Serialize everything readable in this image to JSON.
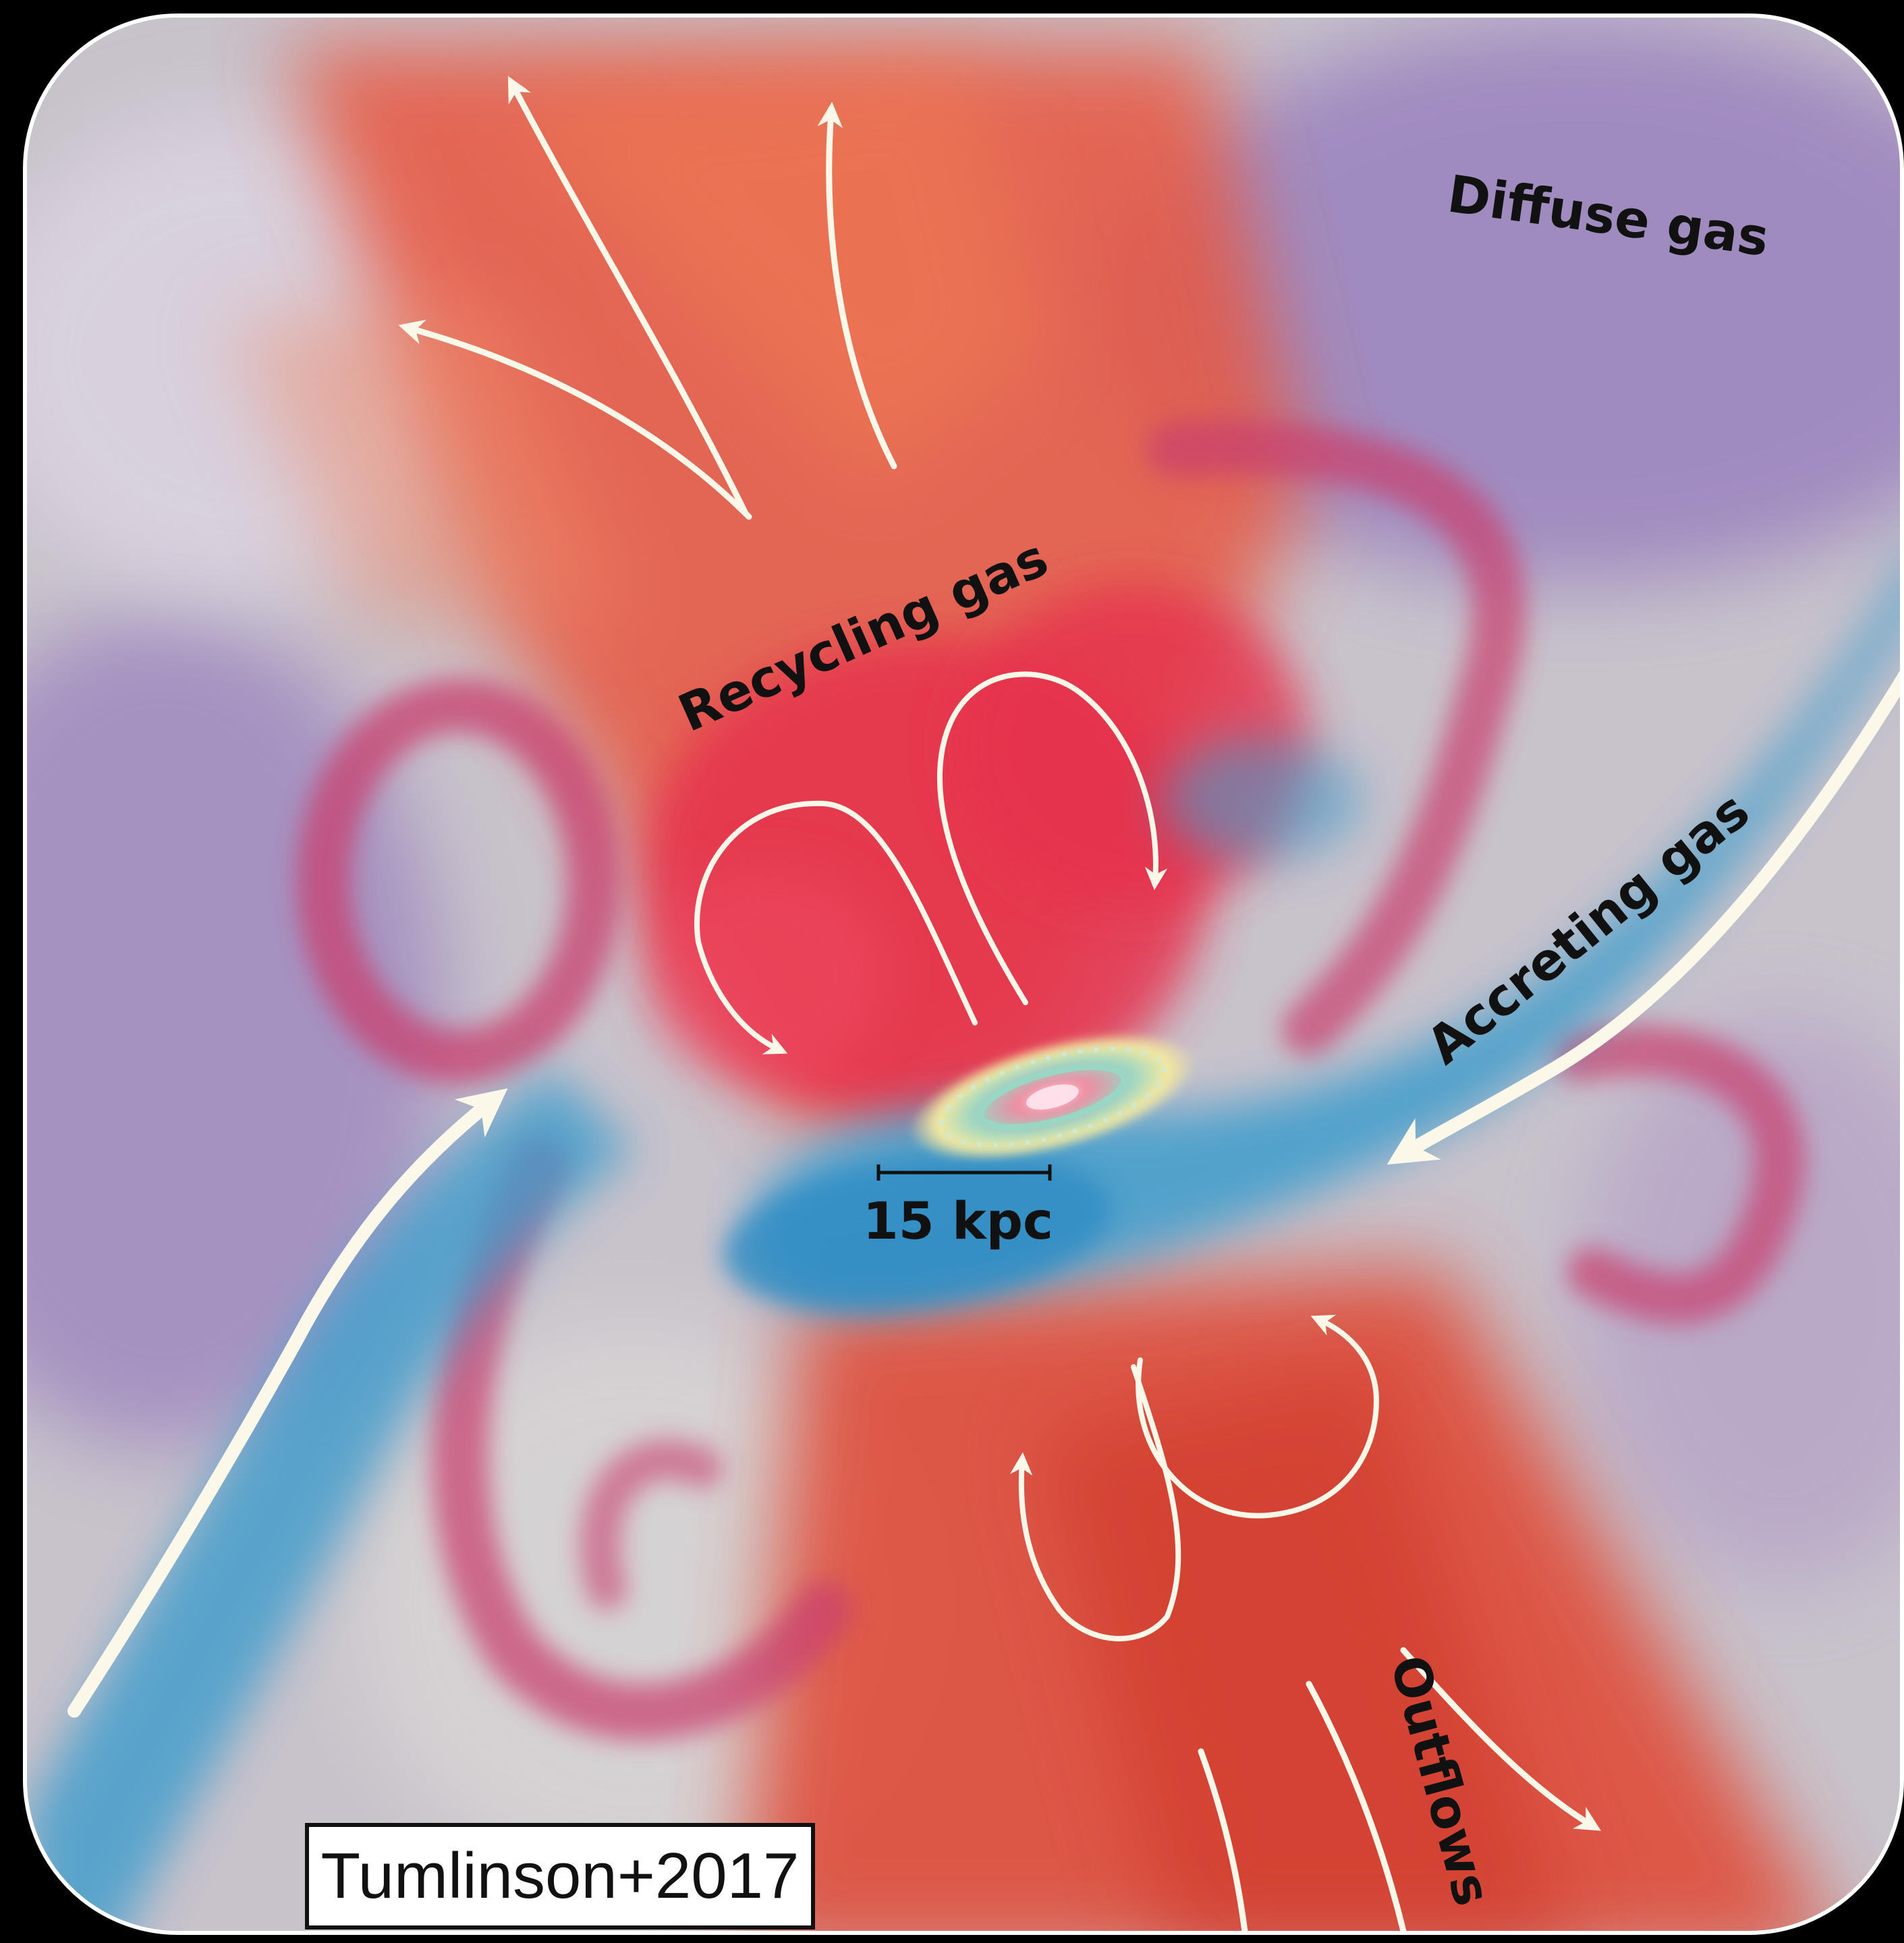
{
  "labels": {
    "diffuse": "Diffuse gas",
    "recycling": "Recycling gas",
    "accreting": "Accreting gas",
    "outflows": "Outflows",
    "scale": "15 kpc"
  },
  "credit": "Tumlinson+2017",
  "colors": {
    "diffuse_purple": "#9a82be",
    "outflow_red": "#e24a40",
    "recycling_pink": "#e23a5c",
    "ring_magenta": "#c9406e",
    "accreting_blue": "#3c9ccc",
    "background_gray": "#c9c3cc",
    "arrow_white": "#fbf8ea",
    "frame_black": "#000000"
  }
}
